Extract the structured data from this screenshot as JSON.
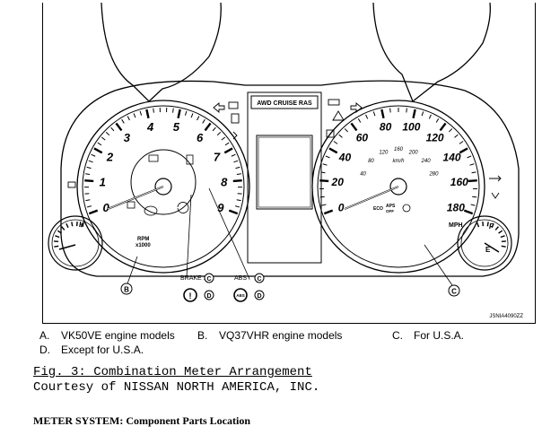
{
  "diagram": {
    "figure_id": "JSNIA4090ZZ",
    "display_label": "AWD CRUISE RAS",
    "tach_numbers": [
      "1",
      "2",
      "3",
      "4",
      "5",
      "6",
      "7",
      "8",
      "9",
      "0"
    ],
    "tach_unit_top": "RPM",
    "tach_unit_bottom": "x1000",
    "speed_mph": [
      "20",
      "40",
      "60",
      "80",
      "100",
      "120",
      "140",
      "160",
      "180",
      "0"
    ],
    "speed_kmh": [
      "40",
      "80",
      "120",
      "160",
      "200",
      "240",
      "280"
    ],
    "speed_kmh_unit": "km/h",
    "speed_unit": "MPH",
    "fuel_h": "H",
    "fuel_e": "E",
    "fuel_f": "F",
    "brake_label": "BRAKE :",
    "abs_label": "ABS :",
    "callout_b": "B",
    "callout_c": "C",
    "callout_d": "D",
    "brake_symbol": "!",
    "abs_symbol": "ABS",
    "lamp_aps": "APS",
    "lamp_aps_off": "OFF",
    "lamp_eco": "ECO"
  },
  "legend": [
    {
      "key": "A.",
      "text": "VK50VE engine models"
    },
    {
      "key": "B.",
      "text": "VQ37VHR engine models"
    },
    {
      "key": "C.",
      "text": "For U.S.A."
    },
    {
      "key": "D.",
      "text": "Except for U.S.A."
    }
  ],
  "caption": {
    "title": "Fig. 3: Combination Meter Arrangement",
    "credit": "Courtesy of NISSAN NORTH AMERICA, INC."
  },
  "section_heading": "METER SYSTEM: Component Parts Location"
}
